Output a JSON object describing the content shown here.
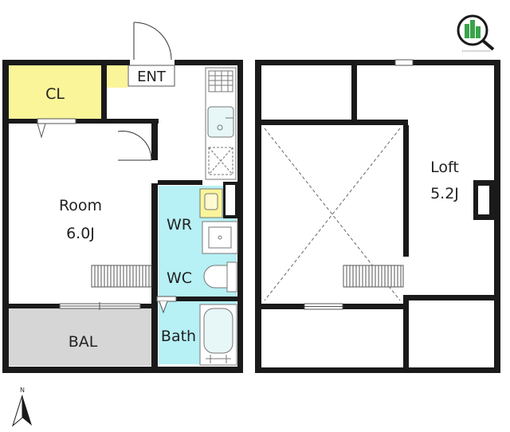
{
  "floor1": {
    "labels": {
      "cl": "CL",
      "ent": "ENT",
      "room": "Room",
      "room_size": "6.0J",
      "wr": "WR",
      "wc": "WC",
      "bath": "Bath",
      "bal": "BAL"
    }
  },
  "loft": {
    "labels": {
      "loft": "Loft",
      "loft_size": "5.2J"
    }
  },
  "compass": {
    "north": "N"
  },
  "colors": {
    "wall": "#1a1a1a",
    "closet": "#fbf59a",
    "wet_area": "#b7f0f5",
    "balcony": "#d6d6d6",
    "logo_green": "#3aa34a"
  }
}
